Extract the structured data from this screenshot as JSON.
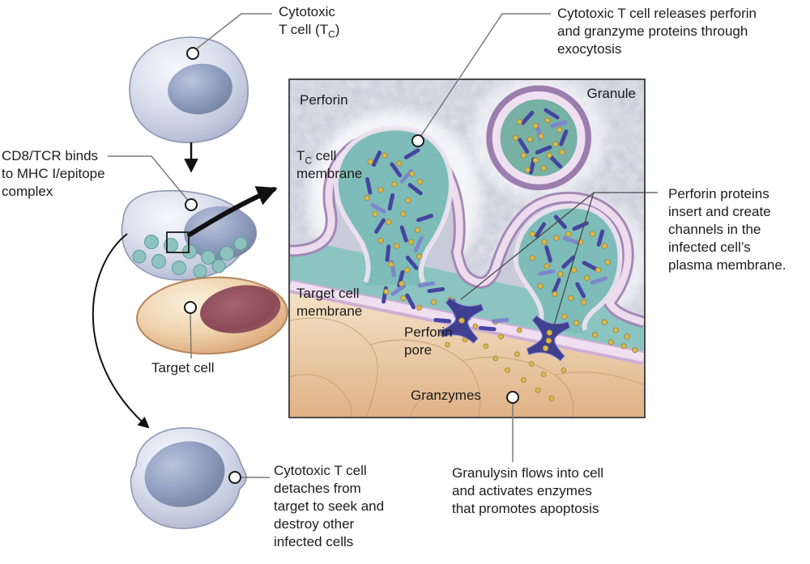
{
  "figure": {
    "title_hint": "Cytotoxic T cell killing of an infected target cell",
    "labels": {
      "cytotoxic_tc": {
        "line1": "Cytotoxic",
        "line2_pre": "T cell (T",
        "sub": "C",
        "line2_post": ")"
      },
      "releases": "Cytotoxic T cell releases perforin\nand granzyme proteins through\nexocytosis",
      "cd8_mhc": "CD8/TCR binds\nto MHC I/epitope\ncomplex",
      "perforin_proteins": "Perforin proteins\ninsert and create\nchannels in the\ninfected cell’s\nplasma membrane.",
      "target_cell": "Target cell",
      "detaches": "Cytotoxic T cell\ndetaches from\ntarget to seek and\ndestroy other\ninfected cells",
      "granulysin": "Granulysin flows into cell\nand activates enzymes\nthat promotes apoptosis",
      "inset": {
        "perforin": "Perforin",
        "tc_membrane": {
          "pre": "T",
          "sub": "C",
          "post": " cell",
          "line2": "membrane"
        },
        "granule": "Granule",
        "target_membrane": "Target cell\nmembrane",
        "perforin_pore": "Perforin\npore",
        "granzymes": "Granzymes"
      }
    },
    "palette": {
      "background": "#ffffff",
      "text": "#1c1c1c",
      "t_cell_body": "#d6dbec",
      "t_cell_nucleus": "#8796ba",
      "granule_teal": "#7dbcb8",
      "synapse_teal": "#8bc4c1",
      "membrane_pink": "#eddbee",
      "membrane_purple": "#a084b2",
      "perforin_rod": "#45459f",
      "perforin_rod_light": "#7d86cc",
      "granzyme_gold": "#d8ba50",
      "target_cell_tan": "#e9c193",
      "target_nucleus_maroon": "#91505d",
      "pore_indigo": "#3c3c90",
      "callout_line": "#7a7a7a",
      "inset_border": "#4b4b4b"
    }
  }
}
